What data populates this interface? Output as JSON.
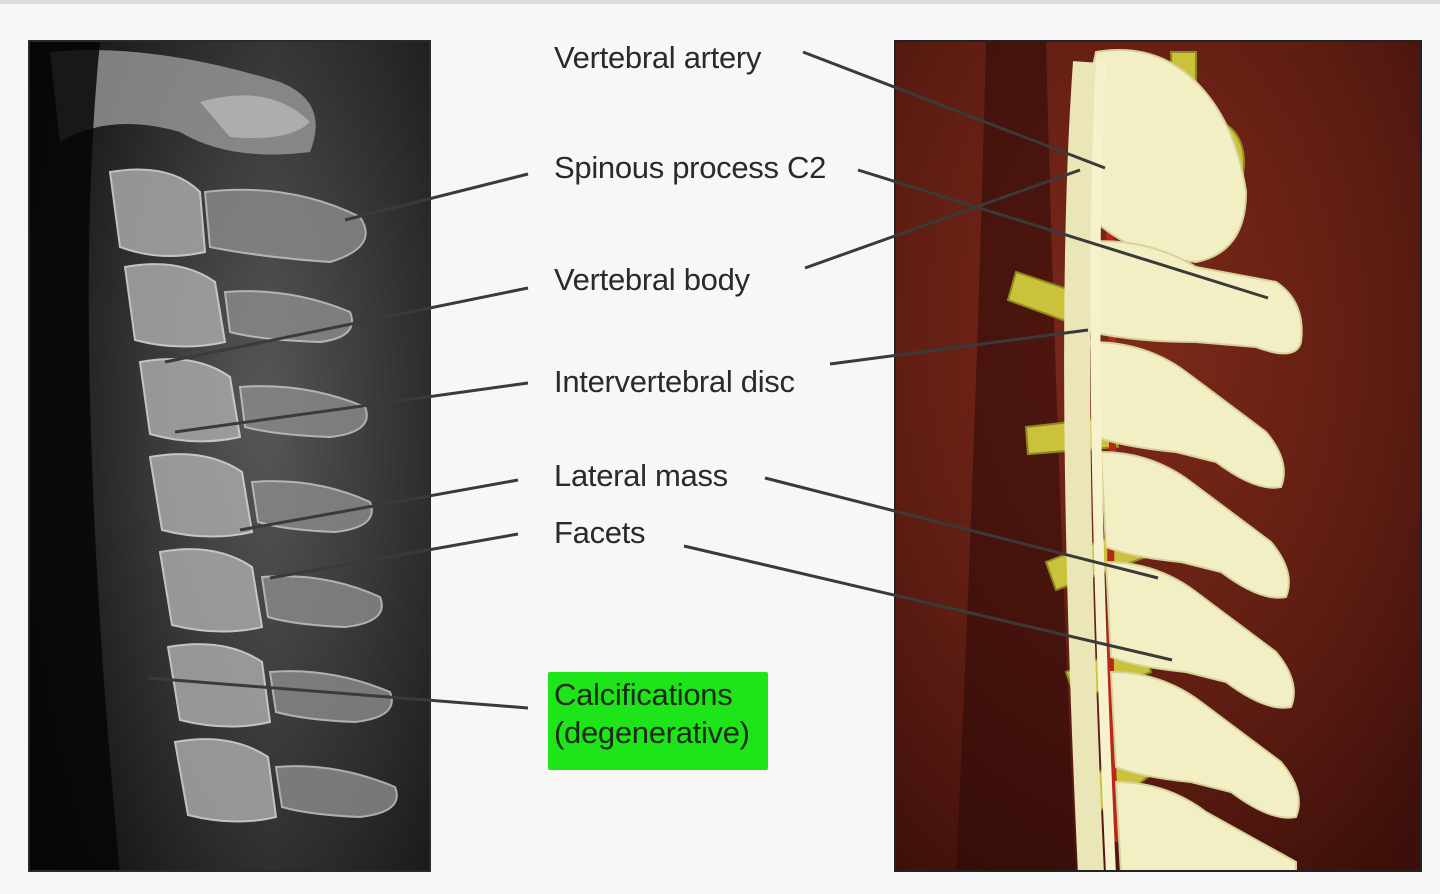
{
  "labels": {
    "vertebral_artery": "Vertebral artery",
    "spinous_process": "Spinous process C2",
    "vertebral_body": "Vertebral body",
    "intervertebral_disc": "Intervertebral disc",
    "lateral_mass": "Lateral mass",
    "facets": "Facets",
    "calcifications_line1": "Calcifications",
    "calcifications_line2": "(degenerative)"
  },
  "images": {
    "left": "cervical-spine-xray-lateral",
    "right": "cervical-spine-anatomical-model"
  },
  "colors": {
    "highlight": "#1ee51a",
    "leader_line": "#3a3a3a",
    "model_background": "#6a1f14",
    "bone": "#f3efc4",
    "nerve": "#c9c23a",
    "artery": "#b7271a"
  }
}
